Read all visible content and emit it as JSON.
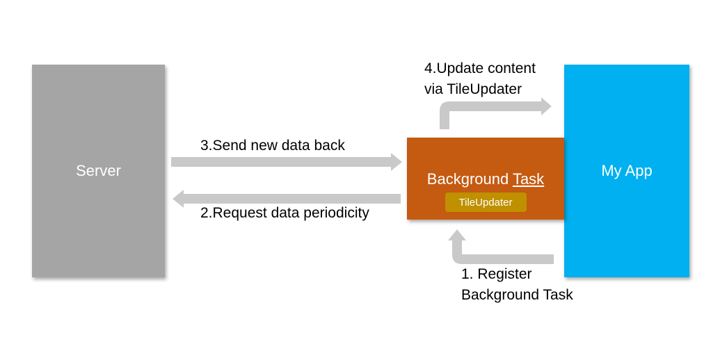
{
  "nodes": {
    "server": "Server",
    "background_task_prefix": "Background ",
    "background_task_underlined": "Task",
    "tile_updater": "TileUpdater",
    "my_app": "My App"
  },
  "edges": {
    "step3": "3.Send new data back",
    "step2": "2.Request data periodicity",
    "step4_line1": "4.Update content",
    "step4_line2": "via TileUpdater",
    "step1_line1": "1. Register",
    "step1_line2": "Background Task"
  },
  "colors": {
    "server": "#a5a5a5",
    "my_app": "#00b0f0",
    "background_task": "#c55a11",
    "tile_updater": "#bf9000",
    "arrow": "#c9c9c9"
  }
}
